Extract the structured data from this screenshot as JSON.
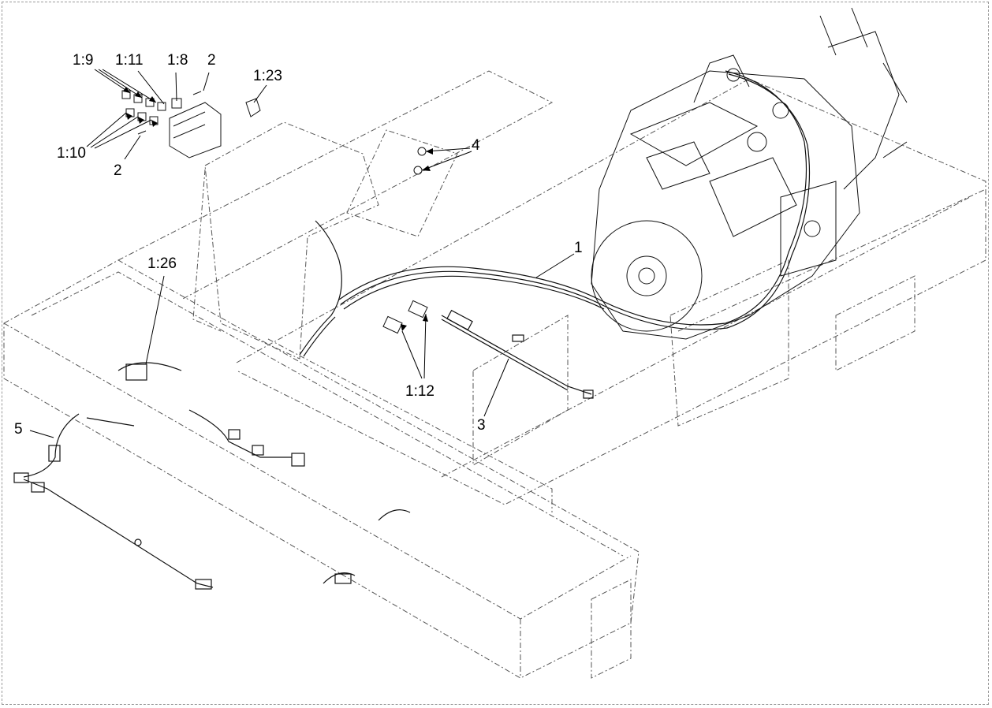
{
  "diagram": {
    "callouts": {
      "c_1_9": "1:9",
      "c_1_11": "1:11",
      "c_1_8": "1:8",
      "c_2_top": "2",
      "c_1_23": "1:23",
      "c_1_10": "1:10",
      "c_2_bottom": "2",
      "c_4": "4",
      "c_1": "1",
      "c_1_26": "1:26",
      "c_1_12": "1:12",
      "c_3": "3",
      "c_5": "5"
    }
  }
}
